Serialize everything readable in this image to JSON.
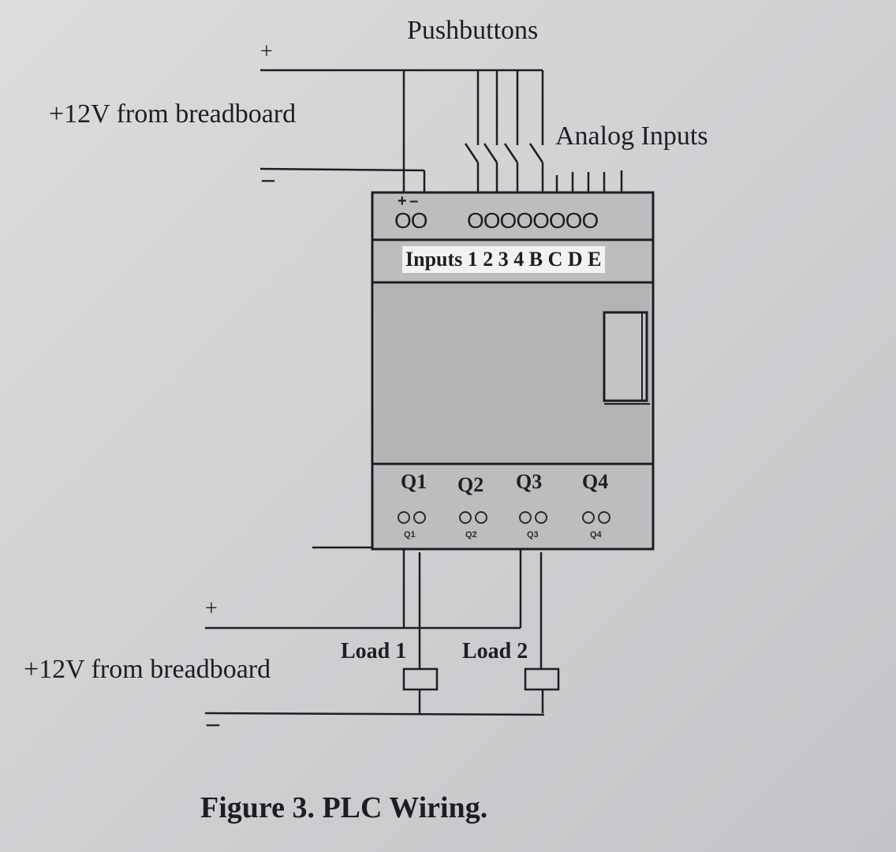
{
  "labels": {
    "pushbuttons": "Pushbuttons",
    "analog_inputs": "Analog Inputs",
    "supply_top": "+12V from breadboard",
    "supply_bottom": "+12V from breadboard",
    "plus_top": "+",
    "minus_top": "–",
    "plus_bottom": "+",
    "minus_bottom": "–",
    "power_terminal_signs": "+ –",
    "power_terminals": "OO",
    "input_terminals": "OOOOOOOO",
    "inputs_row": "Inputs 1 2 3 4 B C D E",
    "load1": "Load 1",
    "load2": "Load 2",
    "caption": "Figure 3.  PLC Wiring."
  },
  "outputs": [
    {
      "label": "Q1",
      "small": "Q1"
    },
    {
      "label": "Q2",
      "small": "Q2"
    },
    {
      "label": "Q3",
      "small": "Q3"
    },
    {
      "label": "Q4",
      "small": "Q4"
    }
  ],
  "colors": {
    "paper": "#d6d6d9",
    "ink": "#1e1e22",
    "plc_body": "#bdbdbf",
    "plc_display": "#b3b3b5",
    "label_box": "#f2f2f2"
  }
}
